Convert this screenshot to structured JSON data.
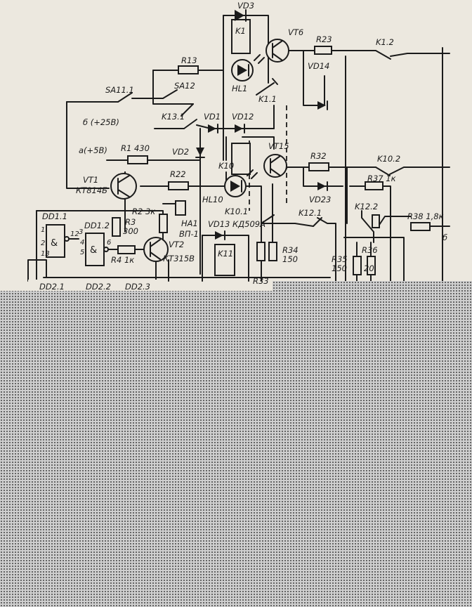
{
  "labels": {
    "vd3": "VD3",
    "k1": "K1",
    "vt6": "VT6",
    "r23": "R23",
    "k1_2": "K1.2",
    "r13": "R13",
    "sa11_1": "SA11.1",
    "sa12": "SA12",
    "hl1": "HL1",
    "vd14": "VD14",
    "k1_1": "K1.1",
    "b_25v": "б (+25В)",
    "k13_1": "K13.1",
    "vd1": "VD1",
    "vd12": "VD12",
    "a_5v": "а(+5В)",
    "r1_430": "R1 430",
    "vd2": "VD2",
    "k10": "K10",
    "vt15": "VT15",
    "r32": "R32",
    "k10_2": "K10.2",
    "vt1": "VT1",
    "kt814b": "КТ814Б",
    "r22": "R22",
    "hl10": "HL10",
    "vd23": "VD23",
    "r37_1k": "R37 1к",
    "dd1_1": "DD1.1",
    "dd1_2": "DD1.2",
    "r2_3k": "R2 3к",
    "ha1": "HA1",
    "k10_1": "K10.1",
    "k12_1": "K12.1",
    "k12_2": "K12.2",
    "r38_1_8k": "R38 1,8к",
    "b_out": "б",
    "r3": "R3",
    "r3_val": "300",
    "vp_1": "ВП-1",
    "vd13_kd509a": "VD13 КД509А",
    "vt2": "VT2",
    "kt315v": "КТ315В",
    "k11": "K11",
    "r34": "R34",
    "r34_val": "150",
    "r35": "R35",
    "r35_val": "150",
    "r36": "R36",
    "r36_val": "20",
    "r4_1k": "R4 1к",
    "r33": "R33",
    "pin1": "1",
    "pin2": "2",
    "pin12": "12",
    "pin13": "13",
    "pin3": "3",
    "pin4": "4",
    "pin5": "5",
    "pin6": "6",
    "amp1": "&",
    "amp2": "&",
    "dd2_1": "DD2.1",
    "dd2_2": "DD2.2",
    "dd2_3": "DD2.3"
  },
  "colors": {
    "paper": "#ece8df",
    "ink": "#1b1b1b",
    "halftone_dot": "#474747",
    "halftone_bg": "#cfcfcf"
  }
}
